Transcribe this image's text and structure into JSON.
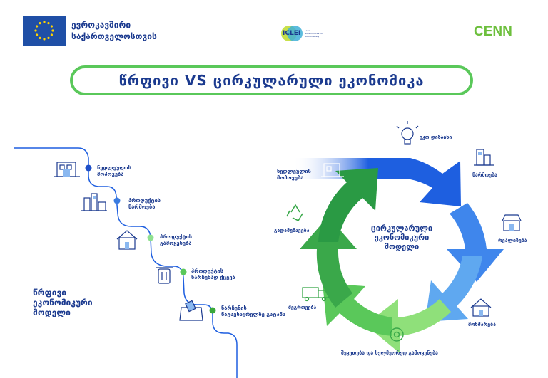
{
  "header": {
    "eu_text_line1": "ევროკავშირი",
    "eu_text_line2": "საქართველოსთვის",
    "iclei_logo_text": "ICLEI",
    "iclei_logo_sub": "Local Governments for Sustainability",
    "cenn_logo_text": "CENN"
  },
  "title": "წრფივი VS ცირკულარული ეკონომიკა",
  "linear": {
    "title_line1": "წრფივი",
    "title_line2": "ეკონომიკური",
    "title_line3": "მოდელი",
    "steps": [
      {
        "label1": "ნედლეულის",
        "label2": "მოპოვება",
        "icon": "factory-materials-icon"
      },
      {
        "label1": "პროდუქტის",
        "label2": "წარმოება",
        "icon": "factory-icon"
      },
      {
        "label1": "პროდუქტის",
        "label2": "გამოყენება",
        "icon": "house-icon"
      },
      {
        "label1": "პროდუქტის",
        "label2": "ნარჩენად ქცევა",
        "icon": "trash-can-icon"
      },
      {
        "label1": "ნარჩენის",
        "label2": "ნაგავსაყრელზე გატანა",
        "icon": "landfill-icon"
      }
    ]
  },
  "circular": {
    "center_line1": "ცირკულარული",
    "center_line2": "ეკონომიკური",
    "center_line3": "მოდელი",
    "raw_label1": "ნედლეულის",
    "raw_label2": "მოპოვება",
    "ecodesign": "ეკო დიზაინი",
    "production": "წარმოება",
    "retail": "რეალიზება",
    "use": "მოხმარება",
    "repair": "შეკეთება და ხელმეორედ გამოყენება",
    "collection": "შეგროვება",
    "recycling": "გადამუშავება"
  },
  "colors": {
    "navy": "#1b3a8f",
    "green": "#5ac85a",
    "blue": "#1e5fe0",
    "eu_blue": "#1f4fa6",
    "eu_star": "#ffd200"
  }
}
